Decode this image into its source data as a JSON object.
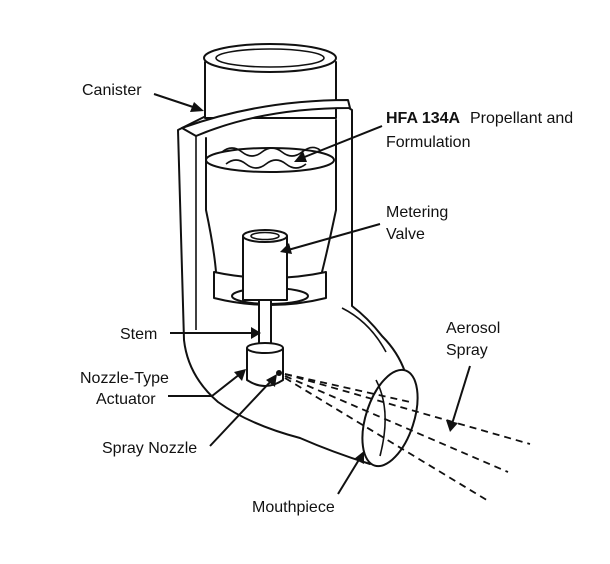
{
  "labels": {
    "canister": "Canister",
    "hfa": "HFA 134A",
    "propellant_line1": "Propellant and",
    "propellant_line2": "Formulation",
    "metering_line1": "Metering",
    "metering_line2": "Valve",
    "stem": "Stem",
    "aerosol_line1": "Aerosol",
    "aerosol_line2": "Spray",
    "actuator_line1": "Nozzle-Type",
    "actuator_line2": "Actuator",
    "spray_nozzle": "Spray Nozzle",
    "mouthpiece": "Mouthpiece"
  }
}
